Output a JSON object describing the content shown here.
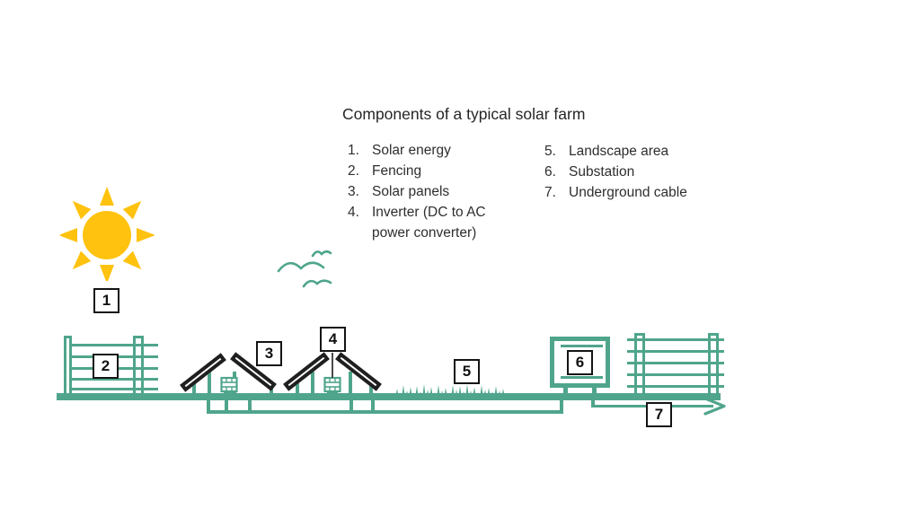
{
  "title": "Components of a typical solar farm",
  "legend": {
    "items_left": [
      {
        "num": "1.",
        "label": "Solar energy"
      },
      {
        "num": "2.",
        "label": "Fencing"
      },
      {
        "num": "3.",
        "label": "Solar panels"
      },
      {
        "num": "4.",
        "label": "Inverter (DC to AC power converter)"
      }
    ],
    "items_right": [
      {
        "num": "5.",
        "label": "Landscape area"
      },
      {
        "num": "6.",
        "label": "Substation"
      },
      {
        "num": "7.",
        "label": "Underground cable"
      }
    ]
  },
  "markers": {
    "sun": "1",
    "fencing": "2",
    "solar_panels": "3",
    "inverter": "4",
    "landscape": "5",
    "substation": "6",
    "underground_cable": "7"
  },
  "icons": {
    "sun": "sun-icon",
    "birds": "birds-icon",
    "fence_left": "fence-icon",
    "fence_right": "fence-icon",
    "solar_panel": "solar-panel-icon",
    "inverter": "inverter-icon",
    "grass": "grass-icon",
    "substation": "substation-icon",
    "underground_cable_arrow": "arrow-right-icon"
  },
  "colors": {
    "teal": "#4FA58C",
    "sun_yellow": "#FFC20E",
    "panel_black": "#1F1F1F",
    "text": "#2E2E2E",
    "marker_border": "#141414"
  }
}
